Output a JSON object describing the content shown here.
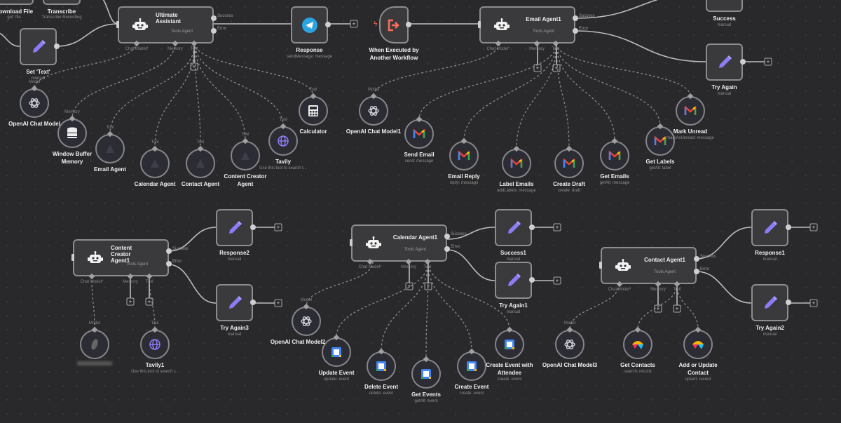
{
  "canvas": {
    "title": "n8n workflow editor"
  },
  "port_labels": {
    "chat_model": "Chat Model*",
    "memory": "Memory",
    "tool": "Tool",
    "model": "Model",
    "success": "Success",
    "error": "Error"
  },
  "colors": {
    "background": "#29292b",
    "node": "#3a3a3c",
    "accent_pencil": "#8b7cf6",
    "trigger": "#ff6d5a",
    "telegram": "#2aa3e0"
  },
  "nodes": [
    {
      "id": "download_file",
      "title": "Download File",
      "subtitle": "get: file",
      "icon": "generic"
    },
    {
      "id": "transcribe",
      "title": "Transcribe",
      "subtitle": "Transcribe Recording",
      "icon": "generic"
    },
    {
      "id": "set_text",
      "title": "Set 'Text'",
      "subtitle": "manual",
      "icon": "pencil-icon"
    },
    {
      "id": "ultimate_assistant",
      "title": "Ultimate Assistant",
      "subtitle": "Tools Agent",
      "icon": "robot-icon"
    },
    {
      "id": "response",
      "title": "Response",
      "subtitle": "sendMessage: message",
      "icon": "telegram-icon"
    },
    {
      "id": "openai_chat_model",
      "title": "OpenAI Chat Model",
      "subtitle": "",
      "icon": "openai-icon",
      "port": "Model"
    },
    {
      "id": "window_buffer_memory",
      "title": "Window Buffer Memory",
      "subtitle": "",
      "icon": "database-icon",
      "port": "Memory"
    },
    {
      "id": "email_agent",
      "title": "Email Agent",
      "subtitle": "",
      "icon": "workflow-icon",
      "port": "Tool"
    },
    {
      "id": "calendar_agent",
      "title": "Calendar Agent",
      "subtitle": "",
      "icon": "workflow-icon",
      "port": "Tool"
    },
    {
      "id": "contact_agent",
      "title": "Contact Agent",
      "subtitle": "",
      "icon": "workflow-icon",
      "port": "Tool"
    },
    {
      "id": "content_creator_agent",
      "title": "Content Creator Agent",
      "subtitle": "",
      "icon": "workflow-icon",
      "port": "Tool"
    },
    {
      "id": "tavily",
      "title": "Tavily",
      "subtitle": "Use this tool to search t...",
      "icon": "globe-icon",
      "port": "Tool"
    },
    {
      "id": "calculator",
      "title": "Calculator",
      "subtitle": "",
      "icon": "calculator-icon",
      "port": "Tool"
    },
    {
      "id": "when_executed",
      "title": "When Executed by Another Workflow",
      "subtitle": "",
      "icon": "trigger-icon"
    },
    {
      "id": "email_agent1",
      "title": "Email Agent1",
      "subtitle": "Tools Agent",
      "icon": "robot-icon"
    },
    {
      "id": "success",
      "title": "Success",
      "subtitle": "manual",
      "icon": "pencil-icon"
    },
    {
      "id": "try_again",
      "title": "Try Again",
      "subtitle": "manual",
      "icon": "pencil-icon"
    },
    {
      "id": "openai_chat_model1",
      "title": "OpenAI Chat Model1",
      "subtitle": "",
      "icon": "openai-icon",
      "port": "Model"
    },
    {
      "id": "send_email",
      "title": "Send Email",
      "subtitle": "send: message",
      "icon": "gmail-icon",
      "port": ""
    },
    {
      "id": "email_reply",
      "title": "Email Reply",
      "subtitle": "reply: message",
      "icon": "gmail-icon",
      "port": ""
    },
    {
      "id": "label_emails",
      "title": "Label Emails",
      "subtitle": "addLabels: message",
      "icon": "gmail-icon",
      "port": ""
    },
    {
      "id": "create_draft",
      "title": "Create Draft",
      "subtitle": "create: draft",
      "icon": "gmail-icon",
      "port": ""
    },
    {
      "id": "get_emails",
      "title": "Get Emails",
      "subtitle": "getAll: message",
      "icon": "gmail-icon",
      "port": ""
    },
    {
      "id": "get_labels",
      "title": "Get Labels",
      "subtitle": "getAll: label",
      "icon": "gmail-icon",
      "port": ""
    },
    {
      "id": "mark_unread",
      "title": "Mark Unread",
      "subtitle": "markAsUnread: message",
      "icon": "gmail-icon",
      "port": ""
    },
    {
      "id": "content_creator_agent1",
      "title": "Content Creator Agent1",
      "subtitle": "Tools Agent",
      "icon": "robot-icon"
    },
    {
      "id": "response2",
      "title": "Response2",
      "subtitle": "manual",
      "icon": "pencil-icon"
    },
    {
      "id": "try_again3",
      "title": "Try Again3",
      "subtitle": "manual",
      "icon": "pencil-icon"
    },
    {
      "id": "blurred_model",
      "title": "",
      "subtitle": "",
      "icon": "model-icon",
      "port": "Model"
    },
    {
      "id": "tavily1",
      "title": "Tavily1",
      "subtitle": "Use this tool to search t...",
      "icon": "globe-icon",
      "port": "Tool"
    },
    {
      "id": "calendar_agent1",
      "title": "Calendar Agent1",
      "subtitle": "Tools Agent",
      "icon": "robot-icon"
    },
    {
      "id": "success1",
      "title": "Success1",
      "subtitle": "manual",
      "icon": "pencil-icon"
    },
    {
      "id": "try_again1",
      "title": "Try Again1",
      "subtitle": "manual",
      "icon": "pencil-icon"
    },
    {
      "id": "openai_chat_model2",
      "title": "OpenAI Chat Model2",
      "subtitle": "",
      "icon": "openai-icon",
      "port": "Model"
    },
    {
      "id": "update_event",
      "title": "Update Event",
      "subtitle": "update: event",
      "icon": "gcal-icon",
      "port": ""
    },
    {
      "id": "delete_event",
      "title": "Delete Event",
      "subtitle": "delete: event",
      "icon": "gcal-icon",
      "port": ""
    },
    {
      "id": "get_events",
      "title": "Get Events",
      "subtitle": "getAll: event",
      "icon": "gcal-icon",
      "port": ""
    },
    {
      "id": "create_event",
      "title": "Create Event",
      "subtitle": "create: event",
      "icon": "gcal-icon",
      "port": ""
    },
    {
      "id": "create_event_attendee",
      "title": "Create Event with Attendee",
      "subtitle": "create: event",
      "icon": "gcal-icon",
      "port": ""
    },
    {
      "id": "contact_agent1",
      "title": "Contact Agent1",
      "subtitle": "Tools Agent",
      "icon": "robot-icon"
    },
    {
      "id": "response1",
      "title": "Response1",
      "subtitle": "manual",
      "icon": "pencil-icon"
    },
    {
      "id": "try_again2",
      "title": "Try Again2",
      "subtitle": "manual",
      "icon": "pencil-icon"
    },
    {
      "id": "openai_chat_model3",
      "title": "OpenAI Chat Model3",
      "subtitle": "",
      "icon": "openai-icon",
      "port": "Model"
    },
    {
      "id": "get_contacts",
      "title": "Get Contacts",
      "subtitle": "search: record",
      "icon": "airtable-icon",
      "port": ""
    },
    {
      "id": "add_update_contact",
      "title": "Add or Update Contact",
      "subtitle": "upsert: record",
      "icon": "airtable-icon",
      "port": ""
    }
  ]
}
